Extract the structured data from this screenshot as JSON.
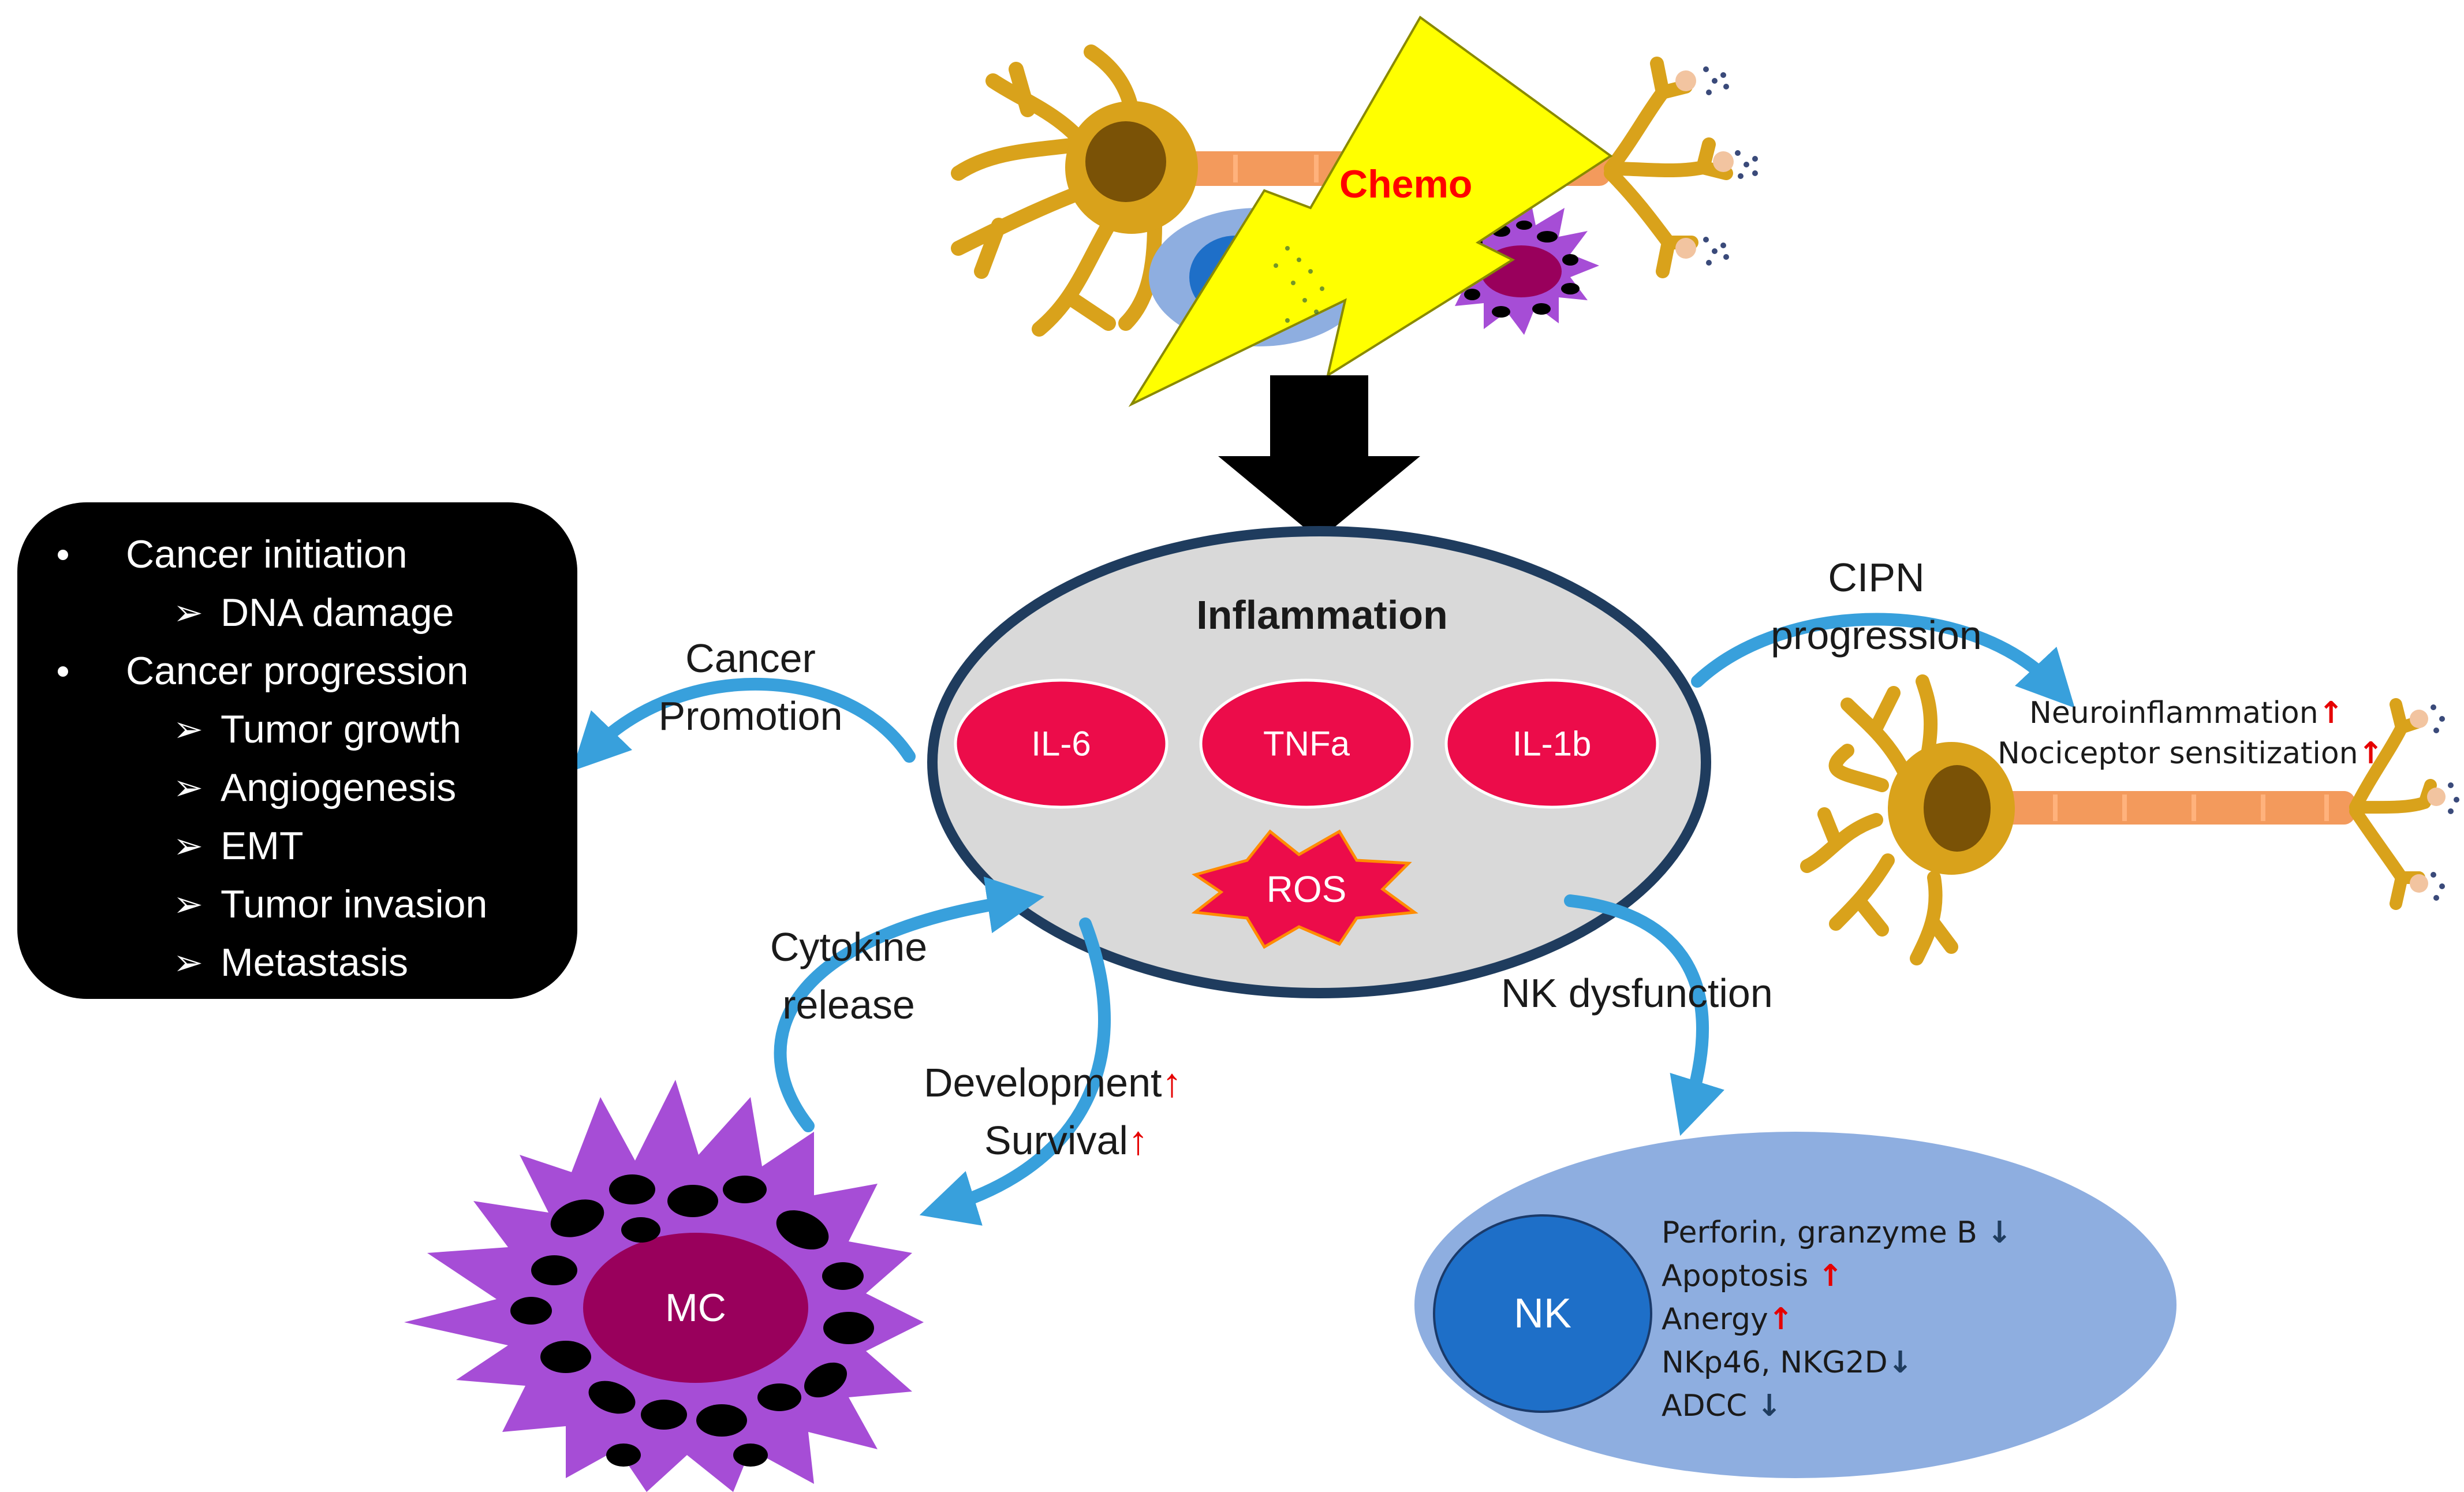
{
  "chemo": {
    "label": "Chemo"
  },
  "inflammation": {
    "title": "Inflammation",
    "cytokines": [
      "IL-6",
      "TNFa",
      "IL-1b"
    ],
    "ros": "ROS"
  },
  "cancer_box": {
    "sections": [
      {
        "heading": "Cancer initiation",
        "items": [
          "DNA damage"
        ]
      },
      {
        "heading": "Cancer progression",
        "items": [
          "Tumor growth",
          "Angiogenesis",
          "EMT",
          "Tumor invasion",
          "Metastasis"
        ]
      }
    ]
  },
  "arrows": {
    "cancer_promotion": [
      "Cancer",
      "Promotion"
    ],
    "cipn_progression": [
      "CIPN",
      "progression"
    ],
    "cytokine_release": [
      "Cytokine",
      "release"
    ],
    "development": "Development",
    "survival": "Survival",
    "nk_dysfunction": "NK dysfunction"
  },
  "neuron_effects": [
    "Neuroinflammation",
    "Nociceptor sensitization"
  ],
  "mc": {
    "label": "MC"
  },
  "nk": {
    "label": "NK",
    "effects": [
      {
        "text": "Perforin, granzyme B",
        "dir": "↓"
      },
      {
        "text": "Apoptosis",
        "dir": "↑"
      },
      {
        "text": "Anergy",
        "dir": "↑"
      },
      {
        "text": "NKp46, NKG2D",
        "dir": "↓"
      },
      {
        "text": "ADCC",
        "dir": "↓"
      }
    ]
  },
  "colors": {
    "neuron": "#d9a21b",
    "neuron_nucleus": "#7a5206",
    "axon": "#f39a5c",
    "bolt": "#ffff00",
    "cytokine": "#ec0c4a",
    "inflammation_fill": "#d9d9d9",
    "mast_cell": "#a64dd6",
    "mc_nucleus": "#99005c",
    "nk_cell": "#8eaee0",
    "nk_nucleus": "#1e6fc8",
    "arrow": "#38a0dc",
    "up_arrow": "#e60000",
    "down_arrow": "#1f3c5e",
    "chemo_label": "#ff0000"
  }
}
